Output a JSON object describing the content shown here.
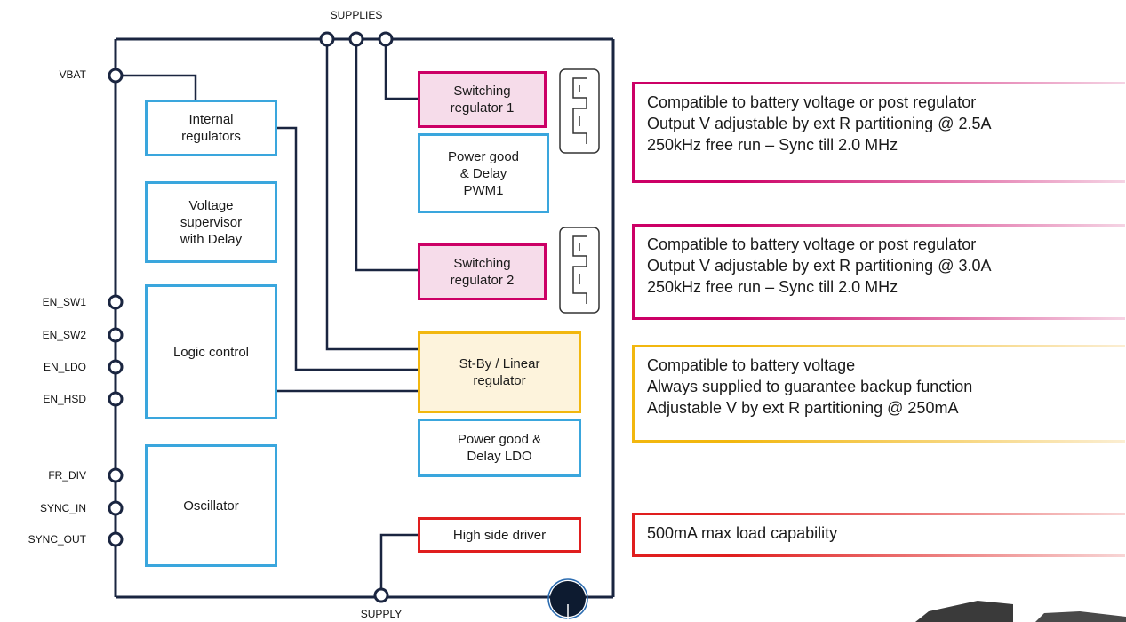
{
  "labels": {
    "supplies": "SUPPLIES",
    "supply": "SUPPLY"
  },
  "pins": {
    "vbat": "VBAT",
    "en_sw1": "EN_SW1",
    "en_sw2": "EN_SW2",
    "en_ldo": "EN_LDO",
    "en_hsd": "EN_HSD",
    "fr_div": "FR_DIV",
    "sync_in": "SYNC_IN",
    "sync_out": "SYNC_OUT"
  },
  "blocks": {
    "internal_regulators": "Internal\nregulators",
    "voltage_supervisor": "Voltage\nsupervisor\nwith Delay",
    "logic_control": "Logic control",
    "oscillator": "Oscillator",
    "switching_regulator_1": "Switching\nregulator 1",
    "power_good_pwm1": "Power good\n& Delay\nPWM1",
    "switching_regulator_2": "Switching\nregulator 2",
    "standby_linear_regulator": "St-By / Linear\nregulator",
    "power_good_ldo": "Power good &\nDelay LDO",
    "high_side_driver": "High side driver"
  },
  "descriptions": {
    "sw1": "Compatible to battery voltage or post regulator\nOutput V adjustable by ext R partitioning @ 2.5A\n250kHz free run – Sync till 2.0 MHz",
    "sw2": "Compatible to battery voltage or post regulator\nOutput V adjustable by ext R partitioning @ 3.0A\n250kHz free run – Sync till 2.0 MHz",
    "ldo": "Compatible to battery voltage\nAlways supplied to guarantee backup function\nAdjustable V by ext R partitioning @ 250mA",
    "hsd": "500mA max load capability"
  },
  "colors": {
    "frame": "#1a2540",
    "block_border": "#3aa6dd",
    "switching_fill": "#f6dcea",
    "switching_border": "#cc0066",
    "linear_fill": "#fdf3dc",
    "linear_border": "#f2b70f",
    "hsd_border": "#e01e1e"
  }
}
